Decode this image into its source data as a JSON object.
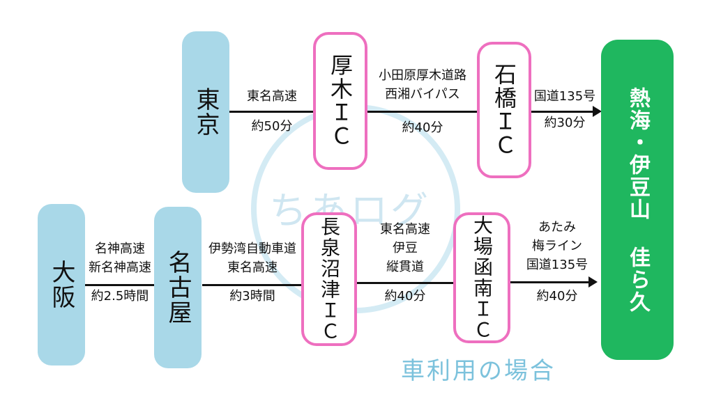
{
  "colors": {
    "city": "#a9d8e8",
    "ic": "#ee6fbf",
    "destination": "#1fb75f",
    "caption": "#7cc2dc"
  },
  "nodes": {
    "tokyo": "東京",
    "atsugi": "厚木ＩＣ",
    "ishibashi": "石橋ＩＣ",
    "destination": "熱海・伊豆山 佳ら久",
    "osaka": "大阪",
    "nagoya": "名古屋",
    "nagaizumi": "長泉沼津ＩＣ",
    "obahakan": "大場函南ＩＣ"
  },
  "routes": {
    "tokyo_atsugi": {
      "road": "東名高速",
      "time": "約50分"
    },
    "atsugi_ishibashi": {
      "road1": "小田原厚木道路",
      "road2": "西湘バイパス",
      "time": "約40分"
    },
    "ishibashi_dest": {
      "road": "国道135号",
      "time": "約30分"
    },
    "osaka_nagoya": {
      "road1": "名神高速",
      "road2": "新名神高速",
      "time": "約2.5時間"
    },
    "nagoya_nagaizumi": {
      "road1": "伊勢湾自動車道",
      "road2": "東名高速",
      "time": "約3時間"
    },
    "nagaizumi_obahakan": {
      "road1": "東名高速",
      "road2": "伊豆",
      "road3": "縦貫道",
      "time": "約40分"
    },
    "obahakan_dest": {
      "road1": "あたみ",
      "road2": "梅ライン",
      "road3": "国道135号",
      "time": "約40分"
    }
  },
  "watermark": "ちあログ",
  "caption": "車利用の場合"
}
